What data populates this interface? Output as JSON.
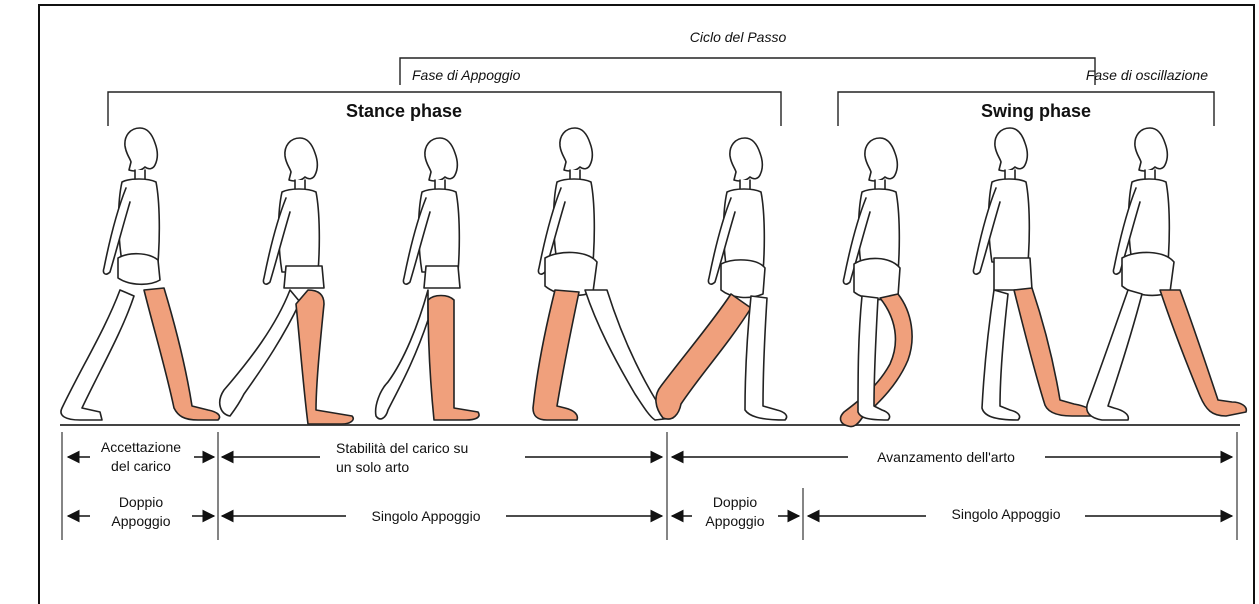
{
  "title": "Ciclo del Passo",
  "brackets": {
    "appoggio": "Fase di Appoggio",
    "oscillazione": "Fase di oscillazione",
    "stance": "Stance phase",
    "swing": "Swing phase"
  },
  "row1": {
    "accettazione_line1": "Accettazione",
    "accettazione_line2": "del carico",
    "stabilita_line1": "Stabilità del carico su",
    "stabilita_line2": "un solo arto",
    "avanzamento": "Avanzamento dell'arto"
  },
  "row2": {
    "doppio1_line1": "Doppio",
    "doppio1_line2": "Appoggio",
    "singolo1": "Singolo Appoggio",
    "doppio2_line1": "Doppio",
    "doppio2_line2": "Appoggio",
    "singolo2": "Singolo Appoggio"
  },
  "colors": {
    "highlight_leg": "#f0a07c",
    "outline": "#222222"
  },
  "figures": [
    {
      "phase": "stance",
      "icon": "walking-figure-icon"
    },
    {
      "phase": "stance",
      "icon": "walking-figure-icon"
    },
    {
      "phase": "stance",
      "icon": "walking-figure-icon"
    },
    {
      "phase": "stance",
      "icon": "walking-figure-icon"
    },
    {
      "phase": "stance",
      "icon": "walking-figure-icon"
    },
    {
      "phase": "swing",
      "icon": "walking-figure-icon"
    },
    {
      "phase": "swing",
      "icon": "walking-figure-icon"
    },
    {
      "phase": "swing",
      "icon": "walking-figure-icon"
    }
  ]
}
